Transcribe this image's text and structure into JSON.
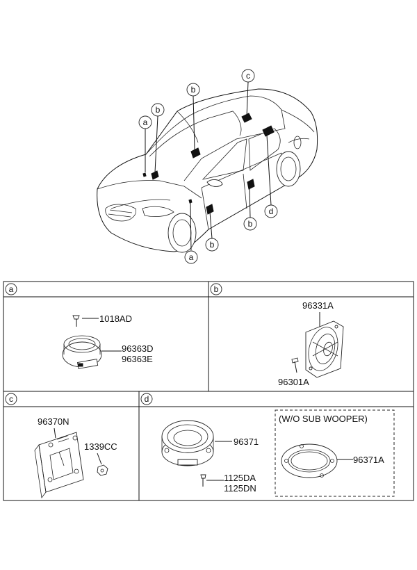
{
  "car": {
    "callouts": [
      {
        "id": "a-top",
        "letter": "a"
      },
      {
        "id": "b-left",
        "letter": "b"
      },
      {
        "id": "b-roof",
        "letter": "b"
      },
      {
        "id": "c",
        "letter": "c"
      },
      {
        "id": "a-bottom",
        "letter": "a"
      },
      {
        "id": "b-front-door",
        "letter": "b"
      },
      {
        "id": "b-rear-door",
        "letter": "b"
      },
      {
        "id": "d",
        "letter": "d"
      }
    ]
  },
  "sections": {
    "a": {
      "letter": "a",
      "parts": [
        "1018AD",
        "96363D",
        "96363E"
      ]
    },
    "b": {
      "letter": "b",
      "parts": [
        "96331A",
        "96301A"
      ]
    },
    "c": {
      "letter": "c",
      "parts": [
        "96370N",
        "1339CC"
      ]
    },
    "d": {
      "letter": "d",
      "parts": [
        "96371",
        "1125DA",
        "1125DN",
        "96371A"
      ],
      "note": "(W/O SUB WOOPER)"
    }
  }
}
